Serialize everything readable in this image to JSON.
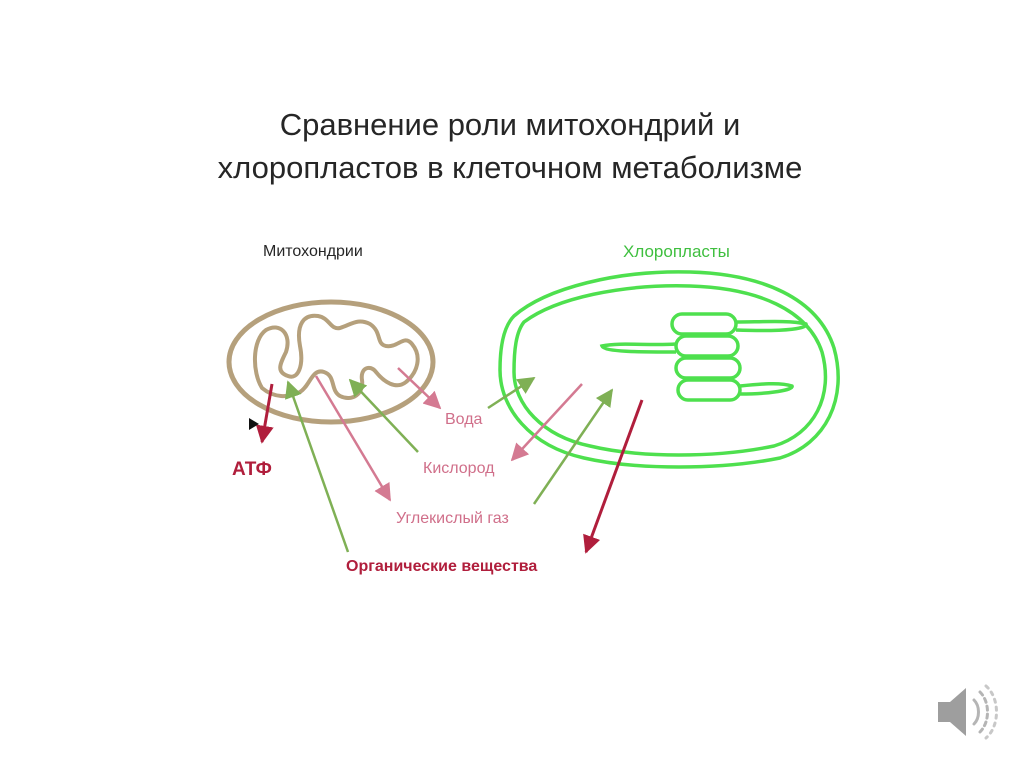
{
  "title": {
    "line1": "Сравнение роли митохондрий и",
    "line2": "хлоропластов в клеточном метаболизме"
  },
  "labels": {
    "mitochondria": "Митохондрии",
    "chloroplasts": "Хлоропласты",
    "water": "Вода",
    "oxygen": "Кислород",
    "co2": "Углекислый газ",
    "organic": "Органические вещества",
    "atp": "АТФ"
  },
  "colors": {
    "title": "#262626",
    "mito_outline": "#b5a07c",
    "chloro_outline": "#4ee04e",
    "pink_arrow": "#d47a92",
    "green_arrow": "#7fb055",
    "dark_red": "#b01e3c",
    "pink_text": "#d06f8a",
    "speaker": "#9e9e9e"
  },
  "icons": {
    "speaker": "speaker-icon"
  }
}
